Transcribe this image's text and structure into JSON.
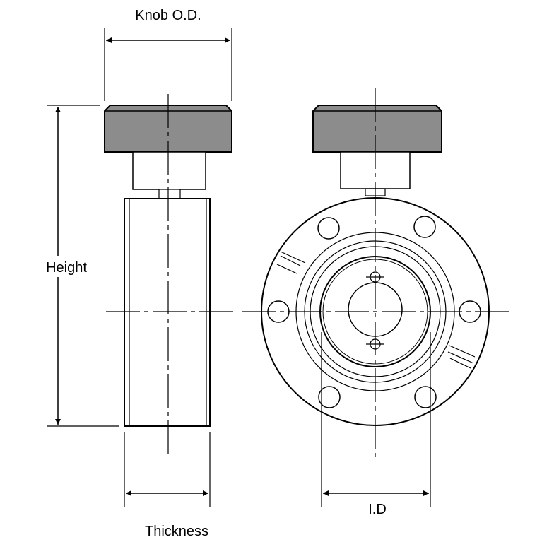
{
  "labels": {
    "knob_od": "Knob O.D.",
    "height": "Height",
    "thickness": "Thickness",
    "id": "I.D"
  },
  "colors": {
    "line": "#000000",
    "knob_fill": "#8c8c8c",
    "background": "#ffffff"
  }
}
